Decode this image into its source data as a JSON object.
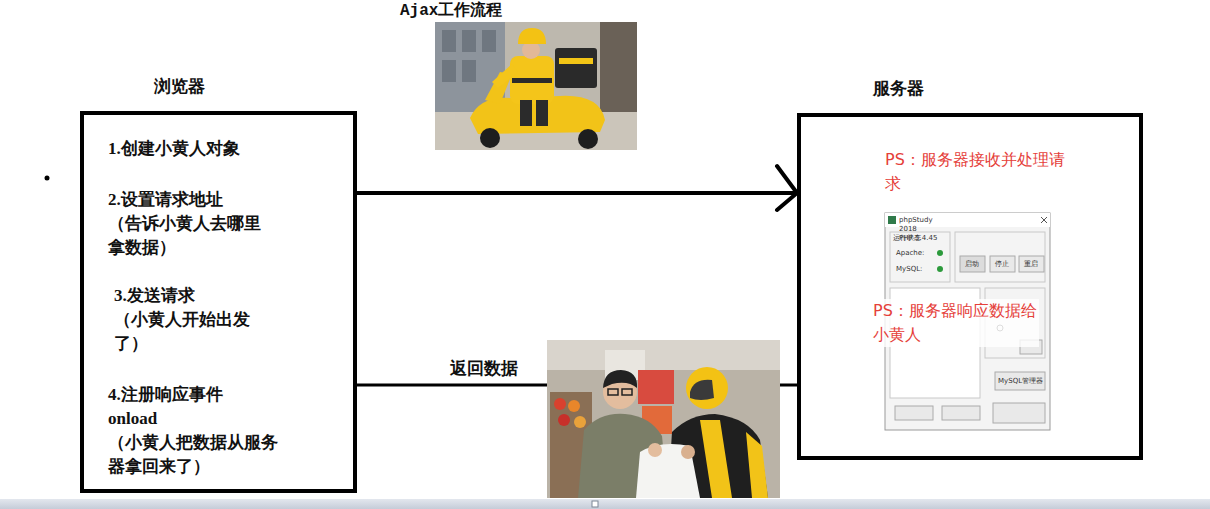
{
  "diagram": {
    "title": "Ajax工作流程",
    "nodes": [
      {
        "text": [
          "浏览器",
          "1.创建小黄人对象",
          "2.设置请求地址 （告诉小黄人去哪里 拿数据）",
          "3.发送请求 （小黄人开始出发 了）",
          "4.注册响应事件 onload （小黄人把数据从服务 器拿回来了）"
        ]
      },
      {
        "text": [
          "服务器",
          "PS：服务器接收并处理请 求",
          "PS：服务器响应数据给 小黄人"
        ]
      }
    ],
    "edges": [
      {
        "from": 0,
        "to": 1,
        "arrow": "to"
      },
      {
        "from": 1,
        "to": 0,
        "label": "返回数据",
        "arrow": "none"
      }
    ],
    "labels": [
      "phpStudy 2018 PHP-5.4.45",
      "运行状态",
      "Apache:",
      "MySQL:",
      "启动",
      "停止",
      "重启",
      "MySQL管理器"
    ]
  }
}
